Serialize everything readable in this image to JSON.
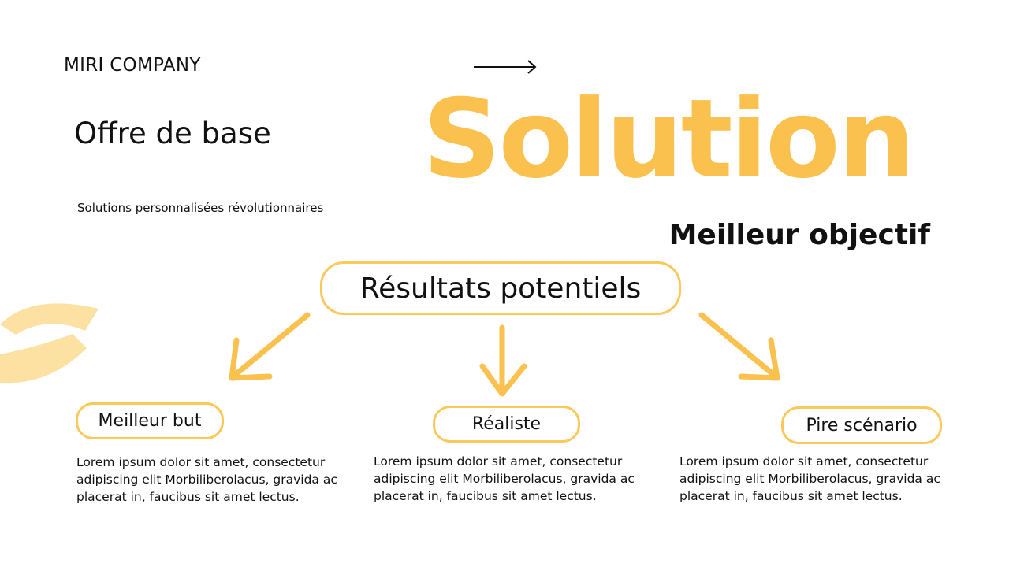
{
  "header": {
    "company": "MIRI COMPANY"
  },
  "offer": {
    "title": "Offre de base",
    "subtitle": "Solutions personnalisées révolutionnaires"
  },
  "headline": {
    "word": "Solution",
    "tagline": "Meilleur objectif"
  },
  "diagram": {
    "center": "Résultats potentiels",
    "branches": [
      {
        "label": "Meilleur but",
        "text": "Lorem ipsum dolor sit amet, consectetur adipiscing elit Morbiliberolacus, gravida ac placerat in, faucibus sit amet lectus."
      },
      {
        "label": "Réaliste",
        "text": "Lorem ipsum dolor sit amet, consectetur adipiscing elit Morbiliberolacus, gravida ac placerat in, faucibus sit amet lectus."
      },
      {
        "label": "Pire scénario",
        "text": "Lorem ipsum dolor sit amet, consectetur adipiscing elit Morbiliberolacus, gravida ac placerat in, faucibus sit amet lectus."
      }
    ]
  },
  "colors": {
    "accent": "#fbc14f",
    "pill_border": "#fbc85a",
    "text": "#111111",
    "background": "#ffffff"
  },
  "icons": {
    "top_arrow": "arrow-right-icon",
    "logo": "logo-mark-icon"
  }
}
